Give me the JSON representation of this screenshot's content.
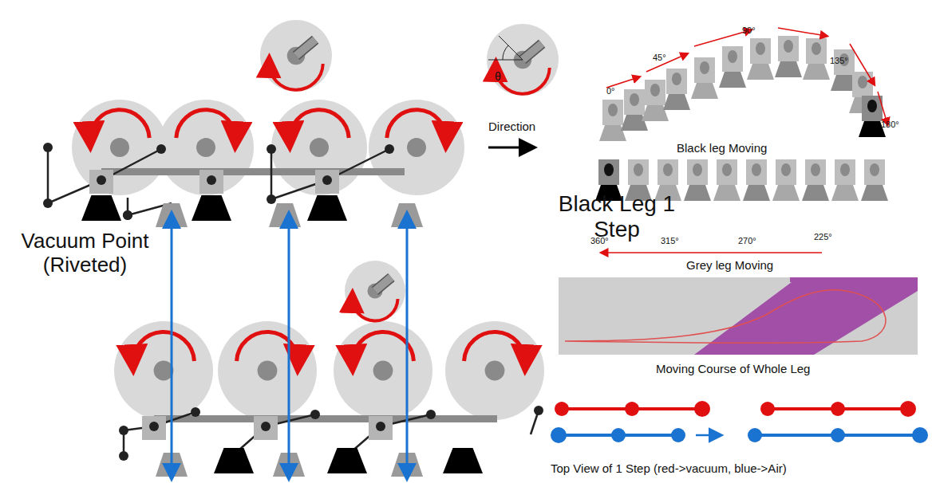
{
  "diagram": {
    "labels": [
      "Direction",
      "Black Leg 1 Step",
      "Vacuum Point (Riveted)",
      "θ",
      "0°",
      "45°",
      "90°",
      "135°",
      "180°",
      "Black leg Moving",
      "360°",
      "315°",
      "270°",
      "225°",
      "Grey leg Moving",
      "Moving Course of Whole Leg",
      "Top View of 1 Step (red->vacuum, blue->Air)"
    ]
  }
}
